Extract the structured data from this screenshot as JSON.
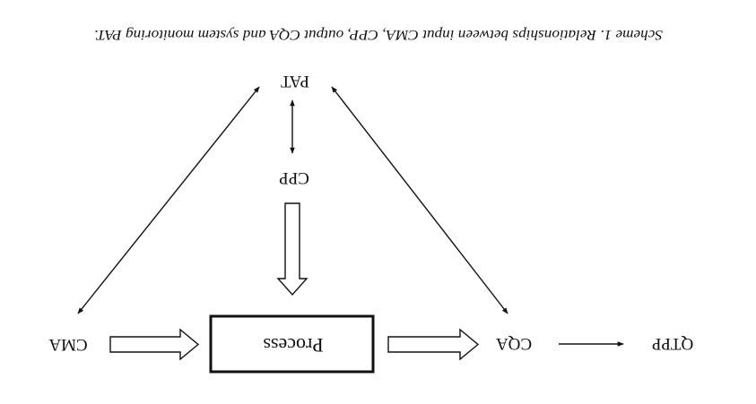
{
  "diagram": {
    "caption": "Scheme 1. Relationships between input CMA, CPP, output CQA and system monitoring PAT.",
    "nodes": {
      "pat": "PAT",
      "cpp": "CPP",
      "cma": "CMA",
      "process": "Process",
      "cqa": "CQA",
      "qtpp": "QTPP"
    },
    "edges": [
      {
        "from": "CMA",
        "to": "PAT",
        "kind": "double-arrow"
      },
      {
        "from": "PAT",
        "to": "CPP",
        "kind": "double-arrow"
      },
      {
        "from": "PAT",
        "to": "CQA",
        "kind": "double-arrow"
      },
      {
        "from": "CPP",
        "to": "Process",
        "kind": "block-arrow"
      },
      {
        "from": "CMA",
        "to": "Process",
        "kind": "block-arrow"
      },
      {
        "from": "Process",
        "to": "CQA",
        "kind": "block-arrow"
      },
      {
        "from": "CQA",
        "to": "QTPP",
        "kind": "arrow"
      }
    ],
    "colors": {
      "ink": "#111111",
      "background": "#ffffff"
    }
  }
}
